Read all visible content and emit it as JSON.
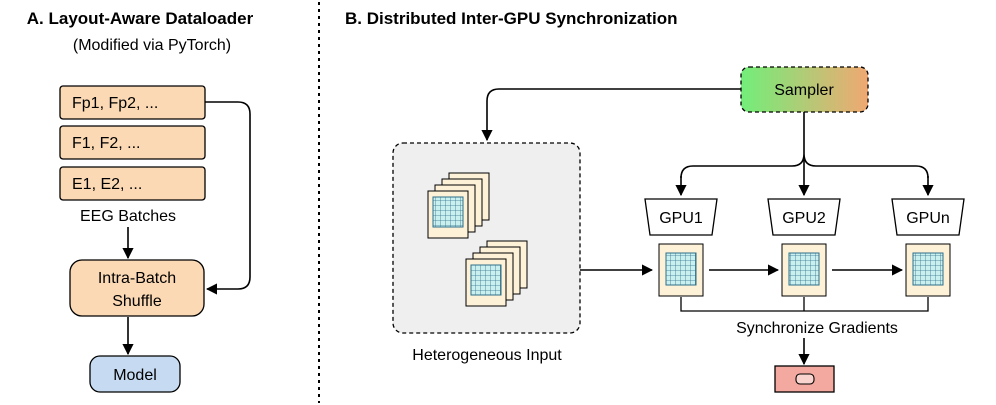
{
  "panel_a": {
    "title": "A. Layout-Aware Dataloader",
    "subtitle": "(Modified via PyTorch)",
    "batches": [
      "Fp1, Fp2, ...",
      "F1, F2, ...",
      "E1, E2, ..."
    ],
    "batches_label": "EEG Batches",
    "shuffle_line1": "Intra-Batch",
    "shuffle_line2": "Shuffle",
    "model_label": "Model"
  },
  "panel_b": {
    "title": "B. Distributed Inter-GPU Synchronization",
    "sampler_label": "Sampler",
    "input_label": "Heterogeneous Input",
    "gpus": [
      "GPU1",
      "GPU2",
      "GPUn"
    ],
    "sync_label": "Synchronize Gradients"
  },
  "colors": {
    "batch_fill": "#fbd9b4",
    "model_fill": "#c6dbf1",
    "sampler_gradient": [
      "#72ee7a",
      "#f0a872"
    ],
    "input_fill": "#efefef",
    "grid_fill": "#c9efef",
    "doc_fill": "#fdf2d8",
    "result_fill": "#f4a9a0"
  }
}
